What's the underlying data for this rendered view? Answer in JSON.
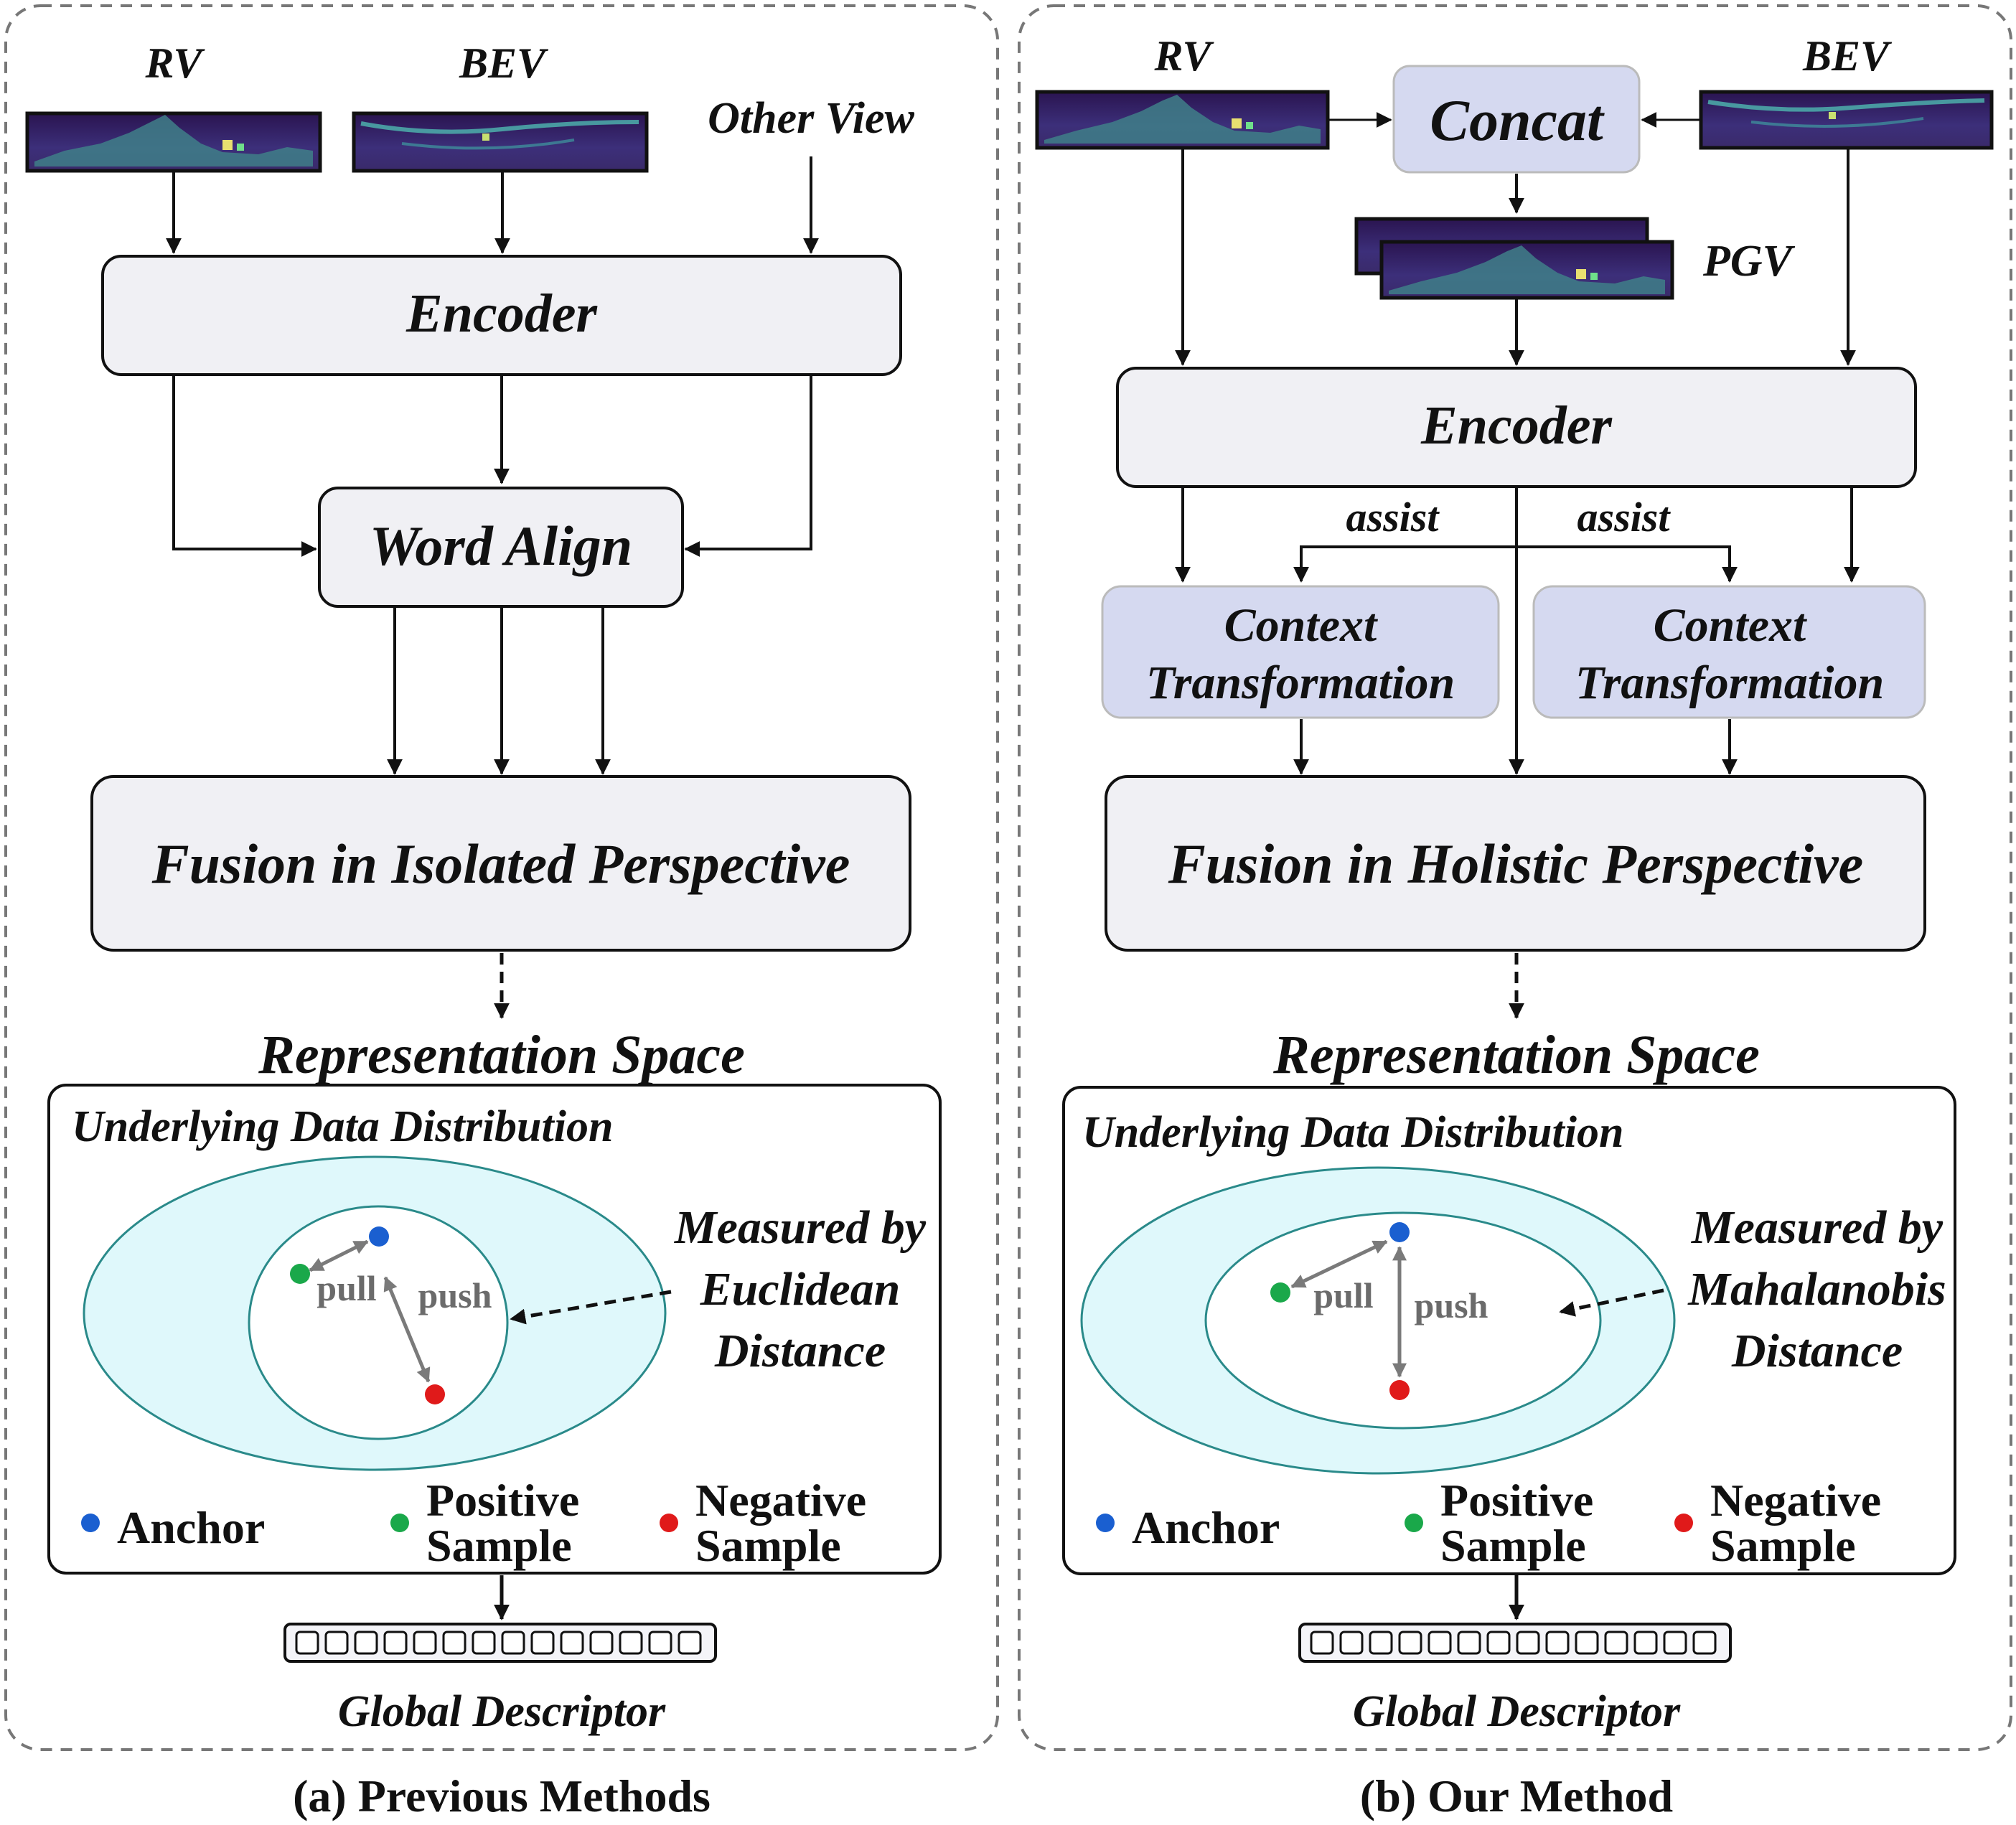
{
  "panels": [
    {
      "caption": "(a) Previous Methods",
      "inputs": {
        "rv": "RV",
        "bev": "BEV",
        "other": "Other View"
      },
      "encoder": "Encoder",
      "align": "Word Align",
      "fusion": "Fusion in Isolated Perspective",
      "space": {
        "title": "Representation Space",
        "distribution": "Underlying Data Distribution",
        "pull": "pull",
        "push": "push",
        "measure": [
          "Measured by",
          "Euclidean",
          "Distance"
        ]
      },
      "legend": {
        "anchor": "Anchor",
        "positive": [
          "Positive",
          "Sample"
        ],
        "negative": [
          "Negative",
          "Sample"
        ]
      },
      "descriptor": "Global Descriptor"
    },
    {
      "caption": "(b) Our Method",
      "inputs": {
        "rv": "RV",
        "bev": "BEV",
        "pgv": "PGV"
      },
      "concat": "Concat",
      "encoder": "Encoder",
      "assist": "assist",
      "context": [
        "Context",
        "Transformation"
      ],
      "fusion": "Fusion in Holistic Perspective",
      "space": {
        "title": "Representation Space",
        "distribution": "Underlying Data Distribution",
        "pull": "pull",
        "push": "push",
        "measure": [
          "Measured by",
          "Mahalanobis",
          "Distance"
        ]
      },
      "legend": {
        "anchor": "Anchor",
        "positive": [
          "Positive",
          "Sample"
        ],
        "negative": [
          "Negative",
          "Sample"
        ]
      },
      "descriptor": "Global Descriptor"
    }
  ],
  "colors": {
    "box_fill": "#f0f0f4",
    "highlight_fill": "#d5d9f0",
    "ellipse_fill": "#dff8fb",
    "ellipse_stroke": "#2a8a8a",
    "anchor": "#1a5fd0",
    "positive": "#1aa84a",
    "negative": "#e01a1a",
    "panel_border": "#777777",
    "view_image": "#3b1a6b"
  }
}
